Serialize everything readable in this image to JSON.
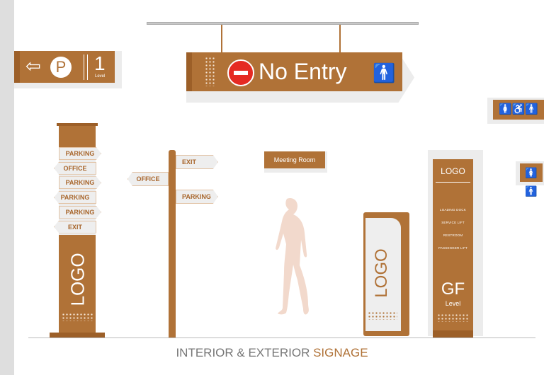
{
  "parking_sign": {
    "symbol": "P",
    "level_number": "1",
    "level_label": "Level"
  },
  "no_entry_sign": {
    "text": "No Entry"
  },
  "pillar_sign": {
    "arrows": [
      {
        "label": "PARKING",
        "dir": "right"
      },
      {
        "label": "OFFICE",
        "dir": "left"
      },
      {
        "label": "PARKING",
        "dir": "right"
      },
      {
        "label": "PARKING",
        "dir": "left"
      },
      {
        "label": "PARKING",
        "dir": "right"
      },
      {
        "label": "EXIT",
        "dir": "left"
      }
    ],
    "logo": "LOGO"
  },
  "signpost": {
    "exit": "EXIT",
    "office": "OFFICE",
    "parking": "PARKING"
  },
  "meeting_room_sign": {
    "text": "Meeting Room"
  },
  "kiosk": {
    "logo": "LOGO"
  },
  "totem": {
    "logo": "LOGO",
    "directions": [
      "LOADING DOCK",
      "SERVICE LIFT",
      "RESTROOM",
      "PASSENGER LIFT"
    ],
    "level_code": "GF",
    "level_label": "Level"
  },
  "caption": {
    "part1": "INTERIOR & EXTERIOR ",
    "part2": "SIGNAGE"
  },
  "colors": {
    "brand": "#b07237",
    "no_entry_red": "#e52b23",
    "person": "#f2d9cc"
  }
}
